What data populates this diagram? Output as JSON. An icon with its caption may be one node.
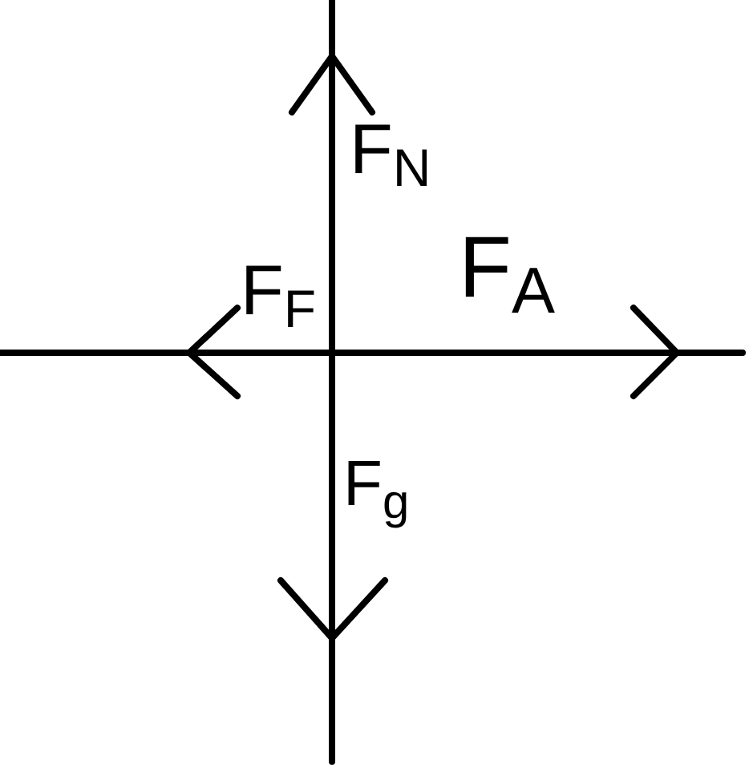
{
  "diagram": {
    "labels": [
      "F$_{N}$",
      "F$_{F}$",
      "F$_{A}$",
      "F$_{g}$"
    ]
  }
}
